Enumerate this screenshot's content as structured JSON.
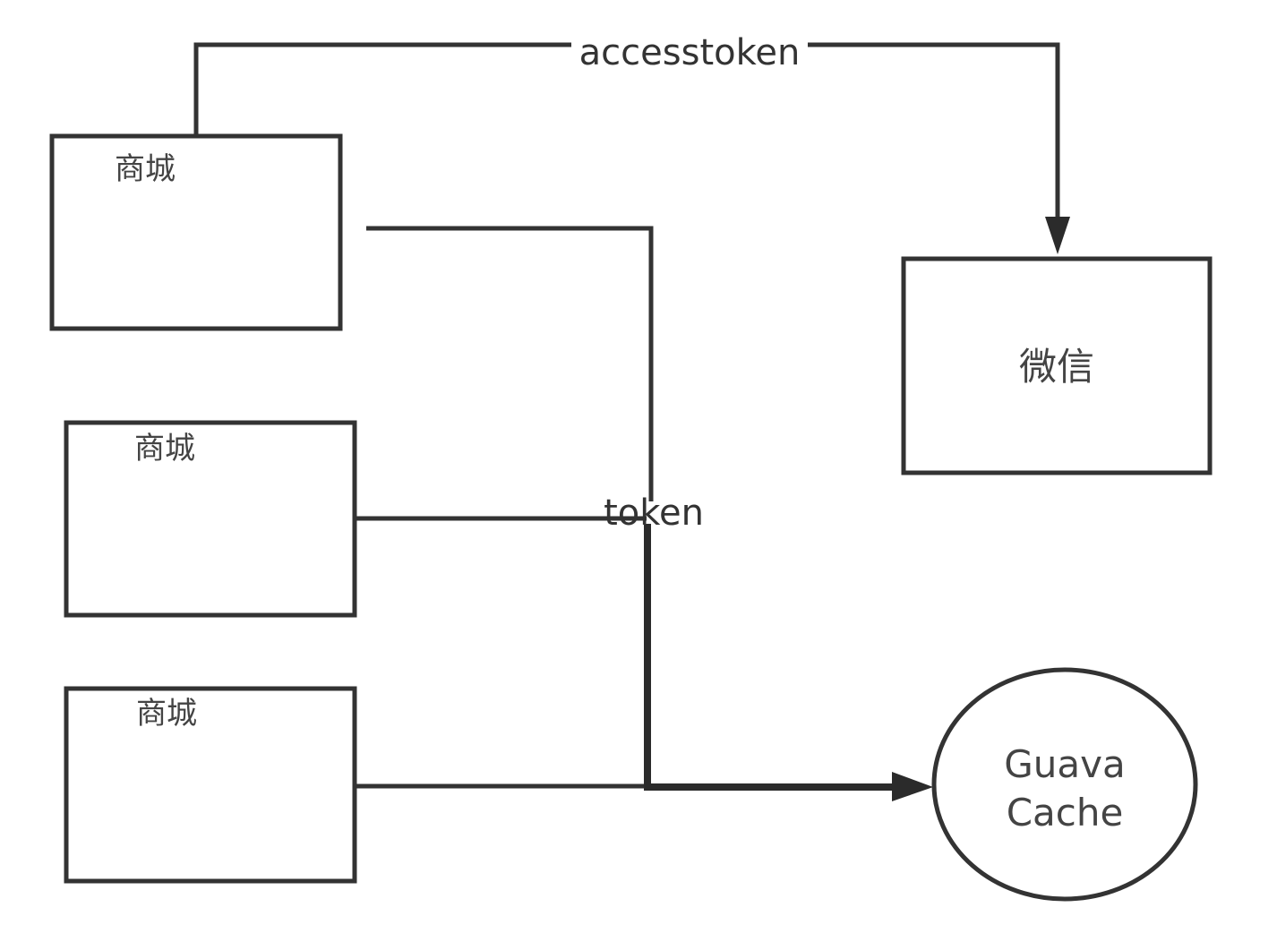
{
  "nodes": {
    "mall_1": {
      "label": "商城"
    },
    "mall_2": {
      "label": "商城"
    },
    "mall_3": {
      "label": "商城"
    },
    "wechat": {
      "label": "微信"
    },
    "guava_cache": {
      "line1": "Guava",
      "line2": "Cache"
    }
  },
  "edges": {
    "access_token": {
      "label": "accesstoken"
    },
    "token": {
      "label": "token"
    }
  },
  "colors": {
    "stroke": "#333333",
    "text": "#444444",
    "background": "#ffffff"
  }
}
